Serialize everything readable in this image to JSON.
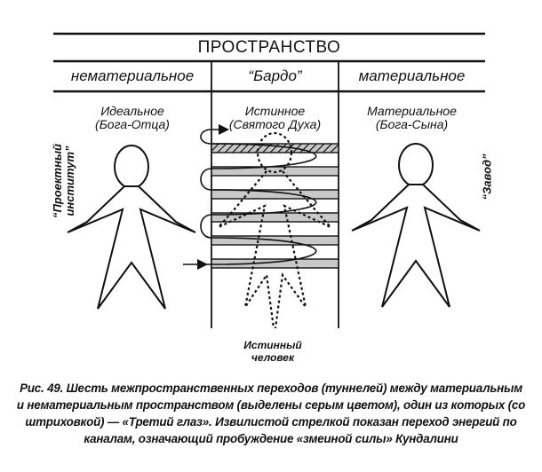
{
  "header": {
    "title": "ПРОСТРАНСТВО",
    "columns": [
      "нематериальное",
      "“Бардо”",
      "материальное"
    ]
  },
  "subtitles": {
    "left": [
      "Идеальное",
      "(Бога-Отца)"
    ],
    "center": [
      "Истинное",
      "(Святого Духа)"
    ],
    "right": [
      "Материальное",
      "(Бога-Сына)"
    ]
  },
  "side_labels": {
    "left": [
      "“Проектный",
      "институт”"
    ],
    "right": "“Завод”"
  },
  "center_label": [
    "Истинный",
    "человек"
  ],
  "caption": {
    "lines": [
      "Рис. 49. Шесть межпространственных переходов (туннелей) между материальным",
      "и нематериальным пространством (выделены серым цветом), один из которых (со",
      "штриховкой) — «Третий глаз». Извилистой стрелкой показан переход энергий по",
      "каналам, означающий пробуждение «змеиной силы» Кундалини"
    ]
  },
  "diagram": {
    "tunnel_count": 6,
    "hatched_tunnel_index": 0,
    "colors": {
      "line": "#111111",
      "tunnel_fill": "#c8c8c8",
      "background": "#ffffff"
    }
  }
}
